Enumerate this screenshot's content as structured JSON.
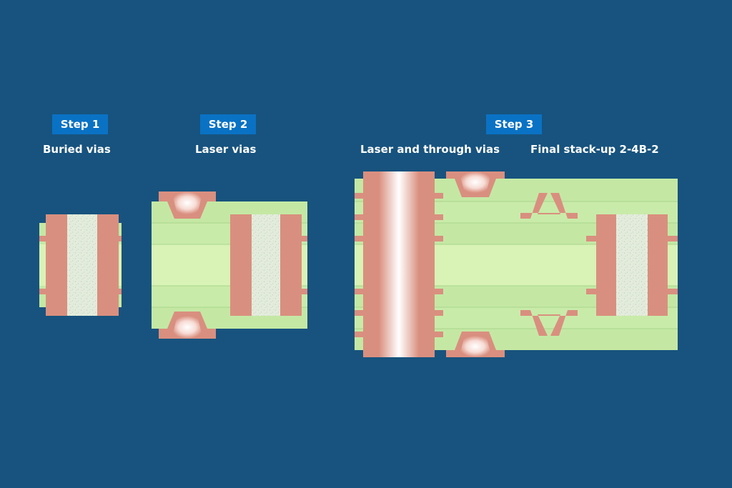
{
  "steps": [
    {
      "badge": "Step 1",
      "caption": "Buried vias"
    },
    {
      "badge": "Step 2",
      "caption": "Laser vias"
    },
    {
      "badge": "Step 3",
      "caption": "Laser and through vias",
      "caption2": "Final stack-up 2-4B-2"
    }
  ],
  "colors": {
    "background": "#17537e",
    "badge": "#0a72c4",
    "laminate": "#bfe6a0",
    "core": "#d9f2b5",
    "copper": "#d98f7f",
    "via_fill": "#e6ede0",
    "laser_glow": "#ffffff"
  }
}
